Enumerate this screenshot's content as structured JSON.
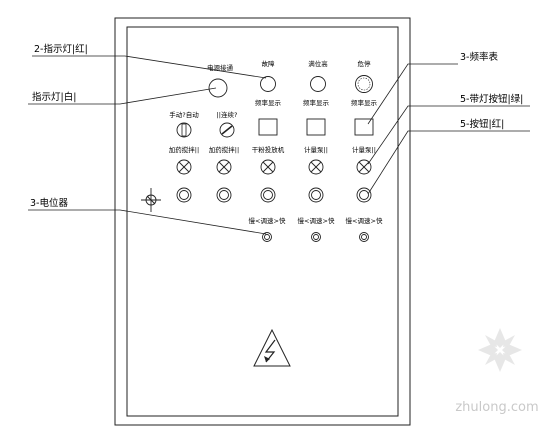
{
  "callouts": {
    "indicator_red": "2-指示灯|红|",
    "indicator_white": "指示灯|白|",
    "potentiometer": "3-电位器",
    "freq_meter": "3-频率表",
    "lamp_button_green": "5-带灯按钮|绿|",
    "button_red": "5-按钮|红|"
  },
  "panel": {
    "top_labels": [
      "电源接通",
      "故障",
      "满位高",
      "危停"
    ],
    "selector_labels": [
      "手动?自动",
      "||连续?"
    ],
    "meter_labels": [
      "频率显示",
      "频率显示",
      "频率显示"
    ],
    "button_labels": [
      "加药搅拌||",
      "加药搅拌||",
      "干粉投放机",
      "计量泵||",
      "计量泵||"
    ],
    "pot_labels": [
      "慢<调速>快",
      "慢<调速>快",
      "慢<调速>快"
    ]
  },
  "watermark": "zhulong.com"
}
